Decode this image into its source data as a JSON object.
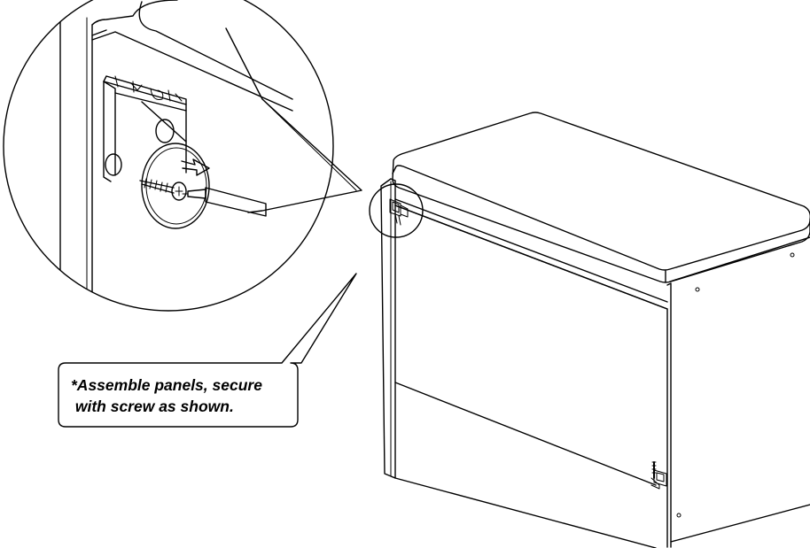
{
  "diagram": {
    "subject": "Cabinet panel assembly with detail magnification of screw fastening bracket",
    "callout": {
      "lines": [
        "*Assemble panels, secure",
        " with screw as shown."
      ]
    },
    "icons": [
      "magnifier-detail-circle",
      "screwdriver-icon",
      "screw-icon",
      "rotation-arrow-icon",
      "bracket-icon"
    ]
  }
}
